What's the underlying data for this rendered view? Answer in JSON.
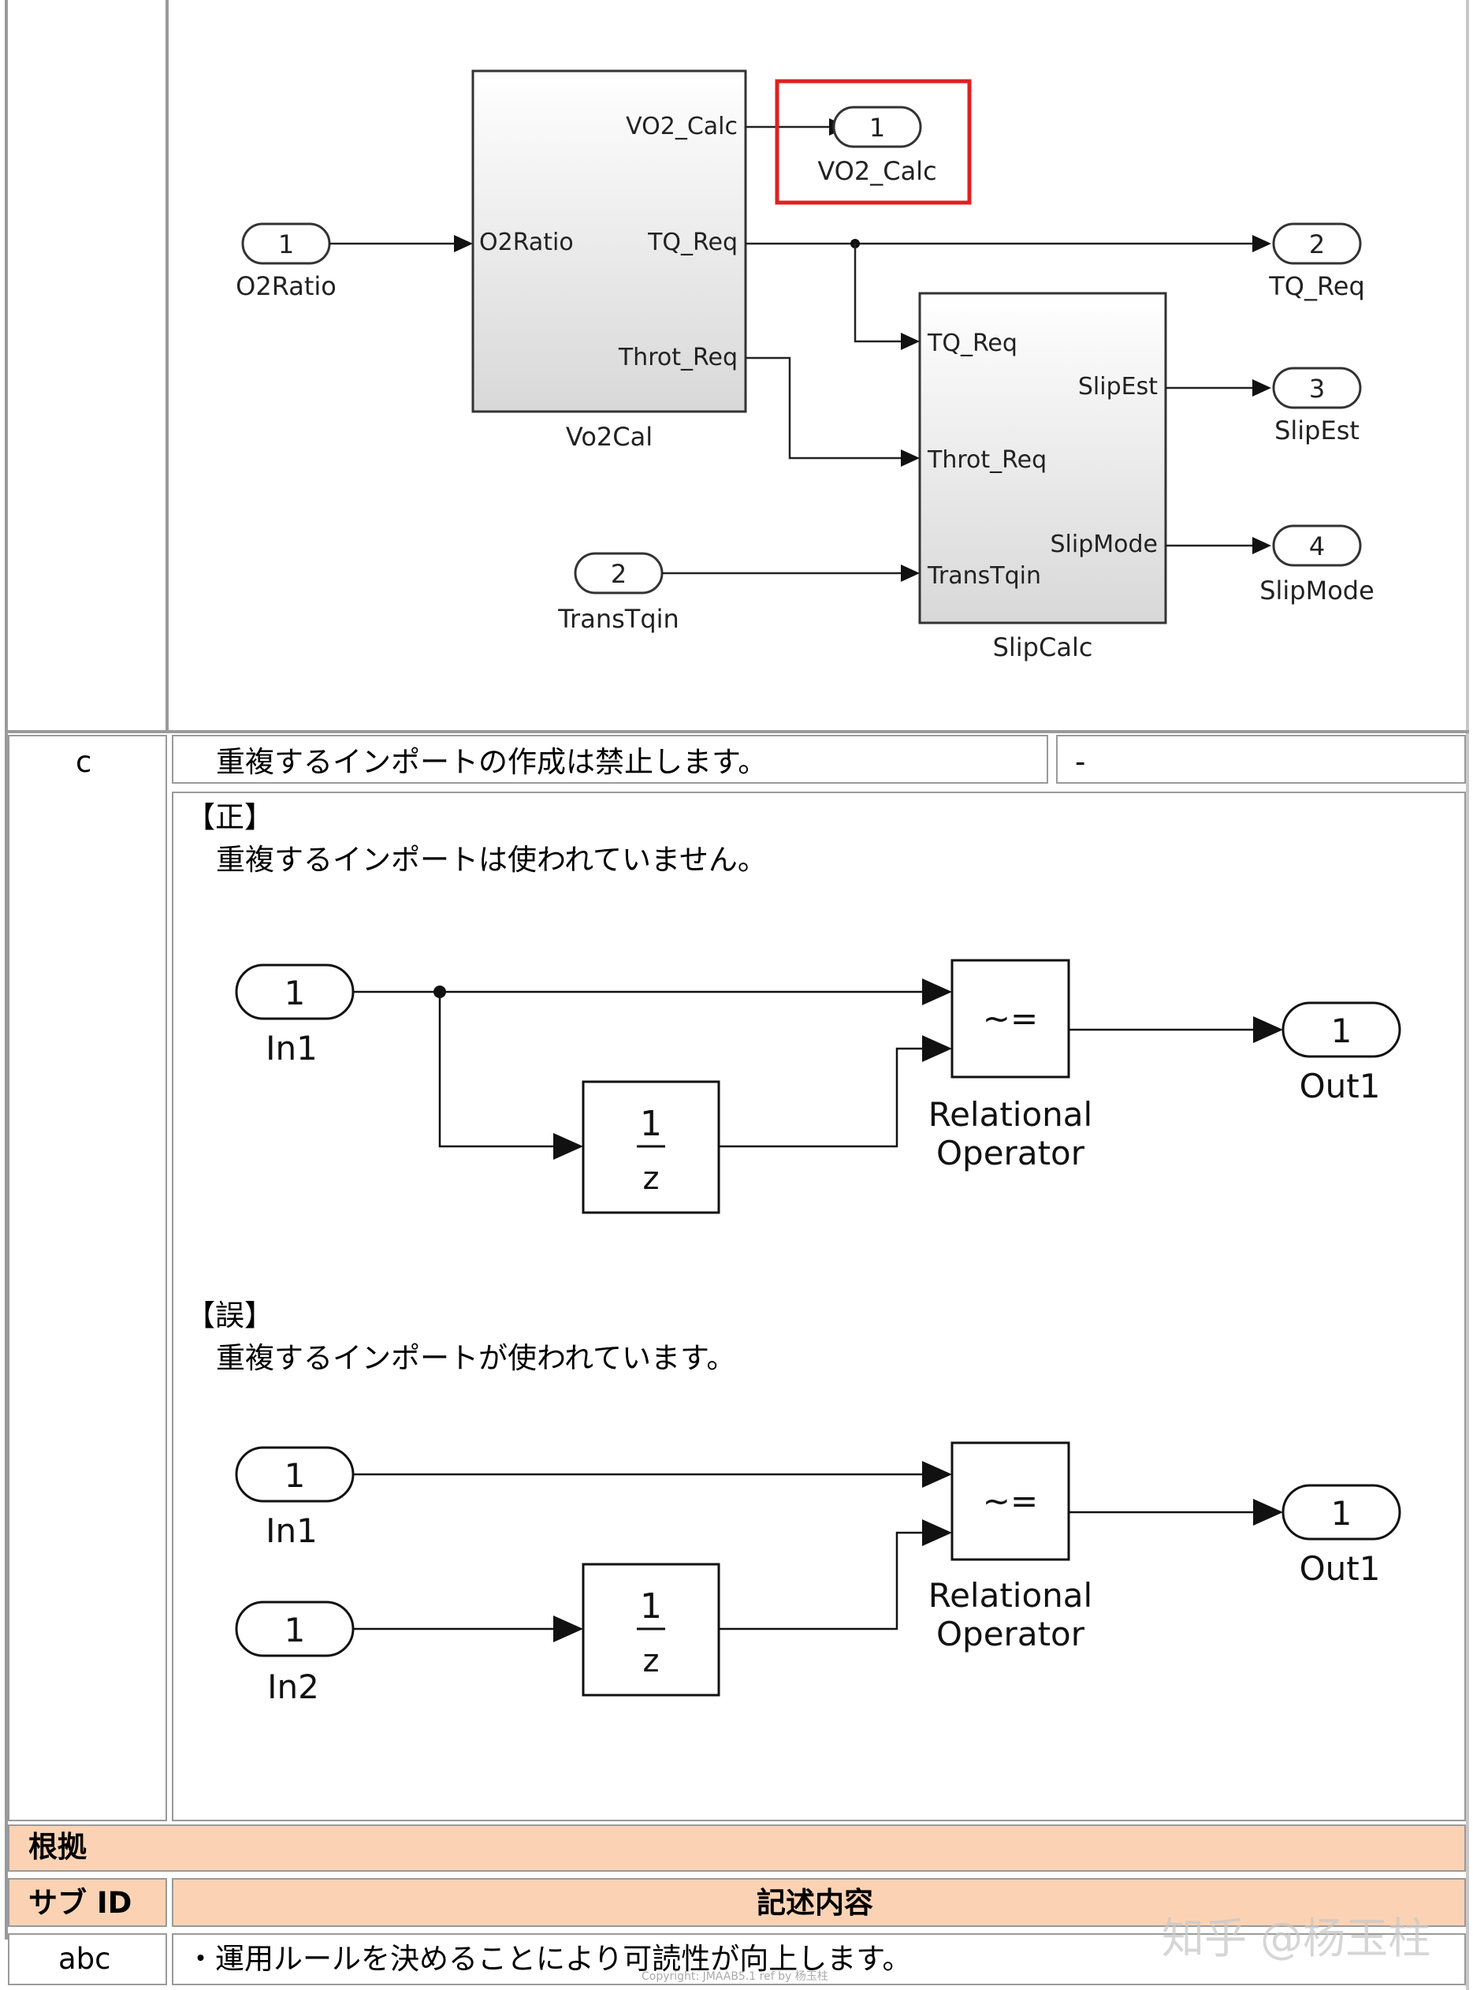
{
  "diagram1": {
    "vo2cal_block": {
      "name": "Vo2Cal",
      "in_ports": [
        "O2Ratio"
      ],
      "out_ports": [
        "VO2_Calc",
        "TQ_Req",
        "Throt_Req"
      ]
    },
    "slipcalc_block": {
      "name": "SlipCalc",
      "in_ports": [
        "TQ_Req",
        "Throt_Req",
        "TransTqin"
      ],
      "out_ports": [
        "SlipEst",
        "SlipMode"
      ]
    },
    "inports": [
      {
        "number": "1",
        "label": "O2Ratio"
      },
      {
        "number": "2",
        "label": "TransTqin"
      }
    ],
    "outports": [
      {
        "number": "1",
        "label": "VO2_Calc"
      },
      {
        "number": "2",
        "label": "TQ_Req"
      },
      {
        "number": "3",
        "label": "SlipEst"
      },
      {
        "number": "4",
        "label": "SlipMode"
      }
    ],
    "highlight_color": "#e02020"
  },
  "row_c": {
    "id": "c",
    "rule": "重複するインポートの作成は禁止します。",
    "note": "-",
    "correct_heading": "【正】",
    "correct_text": "重複するインポートは使われていません。",
    "wrong_heading": "【誤】",
    "wrong_text": "重複するインポートが使われています。"
  },
  "diagram2": {
    "in1": {
      "number": "1",
      "label": "In1"
    },
    "delay": {
      "numerator": "1",
      "denominator": "z"
    },
    "operator": {
      "symbol": "~=",
      "label_line1": "Relational",
      "label_line2": "Operator"
    },
    "out1": {
      "number": "1",
      "label": "Out1"
    }
  },
  "diagram3": {
    "in1": {
      "number": "1",
      "label": "In1"
    },
    "in2": {
      "number": "1",
      "label": "In2"
    },
    "delay": {
      "numerator": "1",
      "denominator": "z"
    },
    "operator": {
      "symbol": "~=",
      "label_line1": "Relational",
      "label_line2": "Operator"
    },
    "out1": {
      "number": "1",
      "label": "Out1"
    }
  },
  "rationale": {
    "header": "根拠",
    "col_subid": "サブ ID",
    "col_content": "記述内容",
    "row_id": "abc",
    "row_text": "・運用ルールを決めることにより可読性が向上します。"
  },
  "footer": {
    "copyright": "Copyright: JMAAB5.1 ref by 杨玉柱"
  },
  "watermark": {
    "text": "知乎 @杨玉柱"
  },
  "colors": {
    "header_bg": "#fbd3b4",
    "border": "#9a9a9a",
    "highlight": "#e02020"
  }
}
